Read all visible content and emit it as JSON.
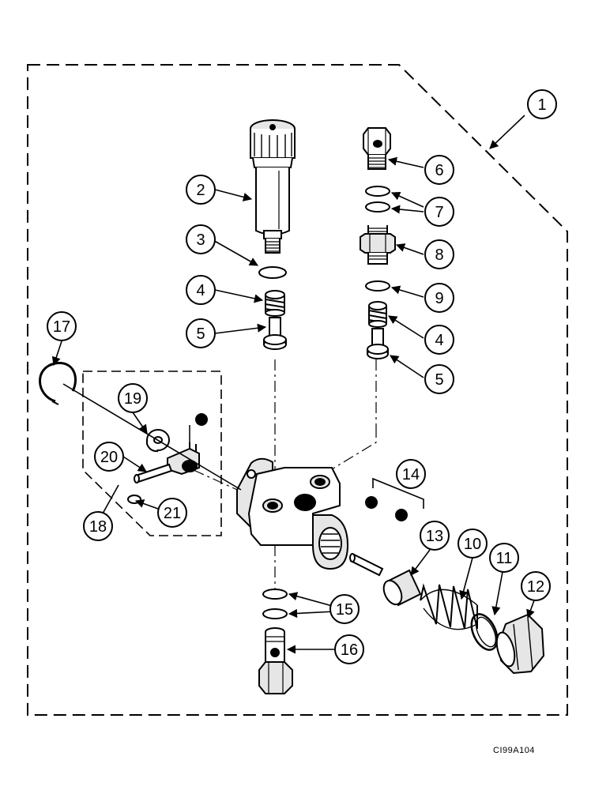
{
  "figure": {
    "code": "CI99A104",
    "callouts": [
      "1",
      "2",
      "3",
      "4",
      "5",
      "6",
      "7",
      "8",
      "9",
      "4",
      "5",
      "17",
      "19",
      "20",
      "21",
      "18",
      "14",
      "13",
      "10",
      "11",
      "12",
      "15",
      "16"
    ]
  },
  "colors": {
    "ink": "#000000",
    "paper": "#ffffff",
    "part_fill": "#e6e6e6"
  }
}
